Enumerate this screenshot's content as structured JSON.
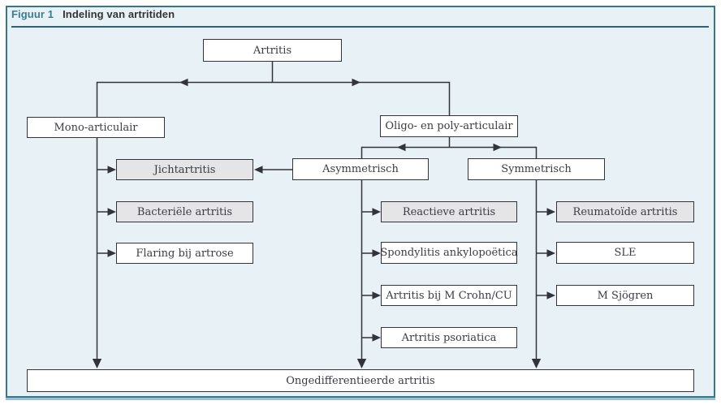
{
  "figure": {
    "label": "Figuur 1",
    "title": "Indeling van artritiden"
  },
  "nodes": {
    "artritis": "Artritis",
    "mono_articulair": "Mono-articulair",
    "oligo_poly_articulair": "Oligo- en poly-articulair",
    "jichtartritis": "Jichtartritis",
    "asymmetrisch": "Asymmetrisch",
    "symmetrisch": "Symmetrisch",
    "bacteriele_artritis": "Bacteriële artritis",
    "reactieve_artritis": "Reactieve artritis",
    "reumatoide_artritis": "Reumatoïde artritis",
    "flaring_bij_artrose": "Flaring bij artrose",
    "spondylitis_ankylopoetica": "Spondylitis ankylopoëtica",
    "sle": "SLE",
    "artritis_bij_m_crohn_cu": "Artritis bij M Crohn/CU",
    "m_sjogren": "M Sjögren",
    "artritis_psoriatica": "Artritis psoriatica",
    "ongedifferentieerde_artritis": "Ongedifferentieerde artritis"
  },
  "colors": {
    "accent": "#3a7d8e",
    "panel_background": "#e8f1f6",
    "panel_border": "#35788a",
    "node_border": "#32333b",
    "node_shaded_fill": "#e5e5e7",
    "node_fill": "#ffffff",
    "connector": "#32333b",
    "caption_text": "#333333"
  }
}
